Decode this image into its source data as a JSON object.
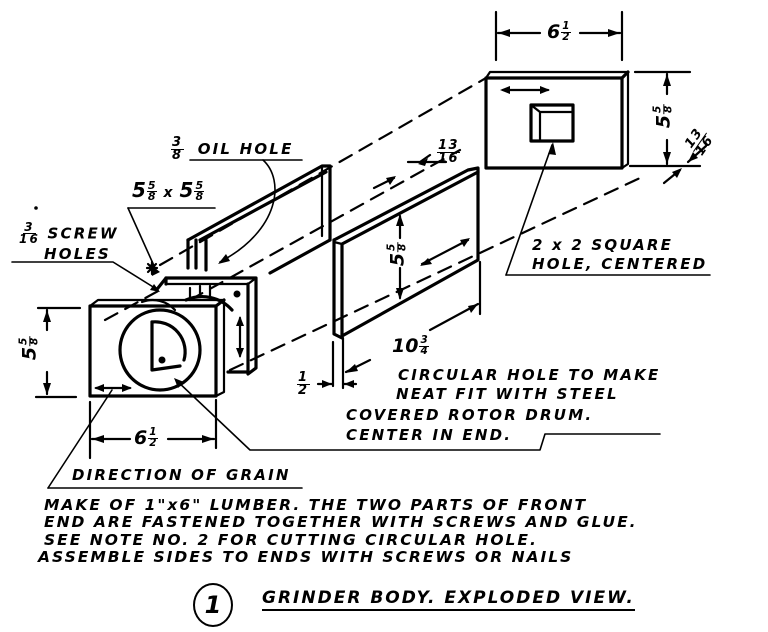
{
  "figure": {
    "number": "1",
    "caption": "GRINDER BODY. EXPLODED VIEW."
  },
  "notes": {
    "lines": [
      "MAKE OF 1\"x6\" LUMBER. THE TWO PARTS OF FRONT",
      "END ARE FASTENED TOGETHER WITH SCREWS AND GLUE.",
      "SEE NOTE NO. 2 FOR CUTTING CIRCULAR HOLE.",
      "ASSEMBLE SIDES TO ENDS WITH SCREWS OR NAILS"
    ]
  },
  "callouts": {
    "oil_hole": {
      "size_num": "3",
      "size_den": "8",
      "text": "OIL HOLE"
    },
    "screw_holes": {
      "size_num": "3",
      "size_den": "16",
      "line1": "SCREW",
      "line2": "HOLES"
    },
    "inner_size": {
      "a_whole": "5",
      "a_num": "5",
      "a_den": "8",
      "sep": "x",
      "b_whole": "5",
      "b_num": "5",
      "b_den": "8"
    },
    "square_hole": {
      "line1": "2 x 2  SQUARE",
      "line2": "HOLE, CENTERED"
    },
    "circular_hole": {
      "line1": "CIRCULAR HOLE TO MAKE",
      "line2": "NEAT FIT WITH STEEL",
      "line3": "COVERED ROTOR DRUM.",
      "line4": "CENTER IN END."
    },
    "grain": {
      "text": "DIRECTION OF GRAIN"
    }
  },
  "dimensions": {
    "back_width": {
      "whole": "6",
      "num": "1",
      "den": "2"
    },
    "back_height": {
      "whole": "5",
      "num": "5",
      "den": "8"
    },
    "back_thickness": {
      "num": "13",
      "den": "16"
    },
    "top_thickness": {
      "num": "13",
      "den": "16"
    },
    "side_height": {
      "whole": "5",
      "num": "5",
      "den": "8"
    },
    "side_length": {
      "whole": "10",
      "num": "3",
      "den": "4"
    },
    "side_thickness": {
      "num": "1",
      "den": "2"
    },
    "front_height": {
      "whole": "5",
      "num": "5",
      "den": "8"
    },
    "front_width": {
      "whole": "6",
      "num": "1",
      "den": "2"
    }
  }
}
